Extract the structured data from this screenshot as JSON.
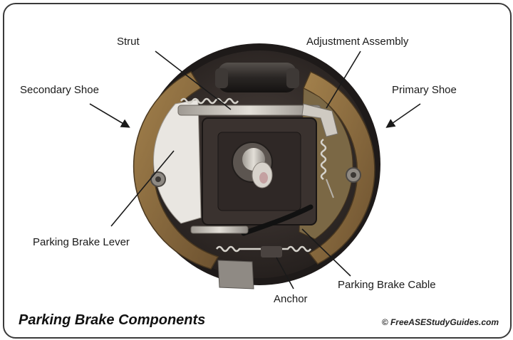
{
  "labels": {
    "strut": "Strut",
    "adjustment_assembly": "Adjustment Assembly",
    "secondary_shoe": "Secondary Shoe",
    "primary_shoe": "Primary Shoe",
    "parking_brake_lever": "Parking Brake Lever",
    "parking_brake_cable": "Parking Brake Cable",
    "anchor": "Anchor"
  },
  "caption": "Parking Brake Components",
  "copyright": "© FreeASEStudyGuides.com",
  "colors": {
    "backing_plate": "#3b3330",
    "drum_ring": "#1e1a19",
    "shoe_lining": "#8a6a3e",
    "metal": "#c8c3bb",
    "spring": "#b9b7b0",
    "cylinder": "#2a2624"
  }
}
